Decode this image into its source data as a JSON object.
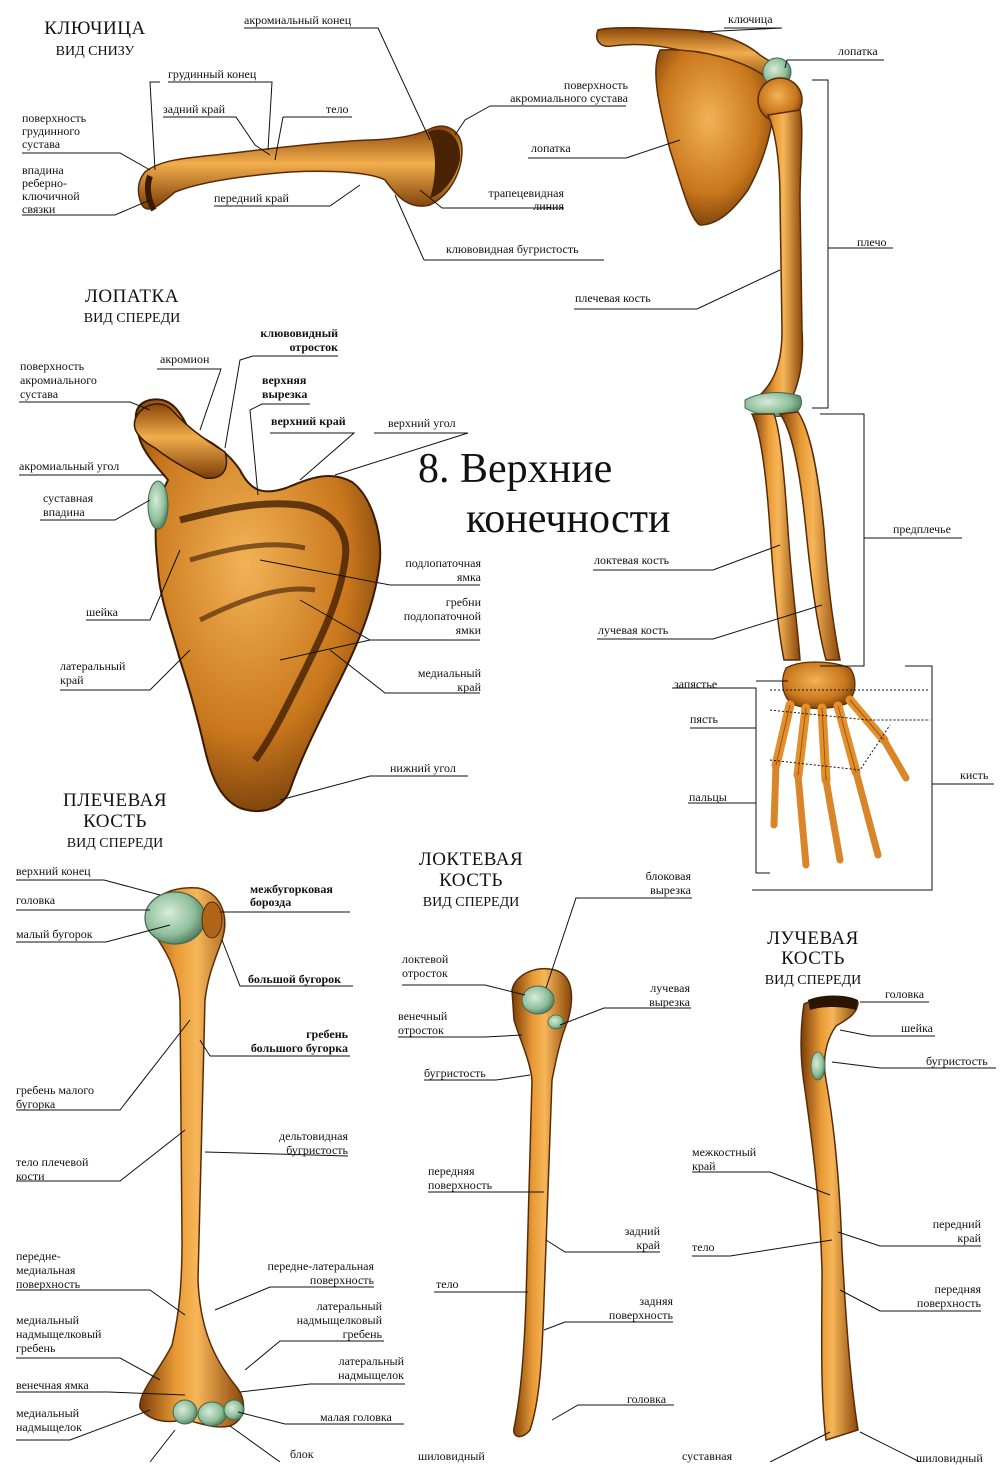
{
  "title": {
    "line1": "8. Верхние",
    "line2": "конечности"
  },
  "sections": {
    "clavicle": {
      "title": "КЛЮЧИЦА",
      "view": "ВИД СНИЗУ"
    },
    "scapula": {
      "title": "ЛОПАТКА",
      "view": "ВИД СПЕРЕДИ"
    },
    "humerus": {
      "title1": "ПЛЕЧЕВАЯ",
      "title2": "КОСТЬ",
      "view": "ВИД СПЕРЕДИ"
    },
    "ulna": {
      "title1": "ЛОКТЕВАЯ",
      "title2": "КОСТЬ",
      "view": "ВИД СПЕРЕДИ"
    },
    "radius": {
      "title1": "ЛУЧЕВАЯ",
      "title2": "КОСТЬ",
      "view": "ВИД СПЕРЕДИ"
    }
  },
  "clavicle_labels": {
    "acromial_end": "акромиальный конец",
    "sternal_end": "грудинный конец",
    "posterior_edge": "задний край",
    "body": "тело",
    "sternal_surface": [
      "поверхность",
      "грудинного",
      "сустава"
    ],
    "costoclav_fossa": [
      "впадина",
      "реберно-",
      "ключичной",
      "связки"
    ],
    "anterior_edge": "передний край",
    "acromial_surface": [
      "поверхность",
      "акромиального сустава"
    ],
    "trapezoid_line": [
      "трапецевидная",
      "линия"
    ],
    "conoid_tub": "клювовидная бугристость"
  },
  "arm_labels": {
    "clavicle": "ключица",
    "scapula": "лопатка",
    "scapula2": "лопатка",
    "humerus": "плечевая кость",
    "shoulder": "плечо",
    "forearm": "предплечье",
    "ulna": "локтевая кость",
    "radius": "лучевая кость",
    "carpus": "запястье",
    "metacarpus": "пясть",
    "fingers": "пальцы",
    "hand": "кисть"
  },
  "scapula_labels": {
    "acromion": "акромион",
    "coracoid": [
      "клювовидный",
      "отросток"
    ],
    "acromial_surface": [
      "поверхность",
      "акромиального",
      "сустава"
    ],
    "sup_notch": [
      "верхняя",
      "вырезка"
    ],
    "sup_edge": "верхний край",
    "sup_angle": "верхний угол",
    "acromial_angle": "акромиальный угол",
    "glenoid": [
      "суставная",
      "впадина"
    ],
    "subscap_fossa": [
      "подлопаточная",
      "ямка"
    ],
    "ridges": [
      "гребни",
      "подлопаточной",
      "ямки"
    ],
    "neck": "шейка",
    "lateral_edge": [
      "латеральный",
      "край"
    ],
    "medial_edge": [
      "медиальный",
      "край"
    ],
    "inf_angle": "нижний угол"
  },
  "humerus_labels": {
    "upper_end": "верхний конец",
    "head": "головка",
    "lesser_tub": "малый бугорок",
    "intertub": [
      "межбугорковая",
      "борозда"
    ],
    "greater_tub": "большой бугорок",
    "greater_crest": [
      "гребень",
      "большого бугорка"
    ],
    "lesser_crest": [
      "гребень малого",
      "бугорка"
    ],
    "deltoid": [
      "дельтовидная",
      "бугристость"
    ],
    "body": [
      "тело плечевой",
      "кости"
    ],
    "anteromedial": [
      "передне-",
      "медиальная",
      "поверхность"
    ],
    "anterolateral": [
      "передне-латеральная",
      "поверхность"
    ],
    "lat_epi_crest": [
      "латеральный",
      "надмыщелковый",
      "гребень"
    ],
    "med_epi_crest": [
      "медиальный",
      "надмыщелковый",
      "гребень"
    ],
    "lat_epi": [
      "латеральный",
      "надмыщелок"
    ],
    "coronoid_fossa": "венечная ямка",
    "capitulum": "малая головка",
    "med_epi": [
      "медиальный",
      "надмыщелок"
    ],
    "trochlea": "блок"
  },
  "ulna_labels": {
    "troch_notch": [
      "блоковая",
      "вырезка"
    ],
    "olecranon": [
      "локтевой",
      "отросток"
    ],
    "radial_notch": [
      "лучевая",
      "вырезка"
    ],
    "coronoid": [
      "венечный",
      "отросток"
    ],
    "tuberosity": "бугристость",
    "ant_surface": [
      "передняя",
      "поверхность"
    ],
    "post_edge": [
      "задний",
      "край"
    ],
    "body": "тело",
    "post_surface": [
      "задняя",
      "поверхность"
    ],
    "head": "головка",
    "styloid": "шиловидный"
  },
  "radius_labels": {
    "head": "головка",
    "neck": "шейка",
    "tuberosity": "бугристость",
    "interosseous": [
      "межкостный",
      "край"
    ],
    "body": "тело",
    "ant_edge": [
      "передний",
      "край"
    ],
    "ant_surface": [
      "передняя",
      "поверхность"
    ],
    "articular": "суставная",
    "styloid": "шиловидный"
  },
  "colors": {
    "bone_light": "#f0a640",
    "bone_mid": "#c9771c",
    "bone_dark": "#5a2c06",
    "cartilage": "#9cc5a8"
  }
}
